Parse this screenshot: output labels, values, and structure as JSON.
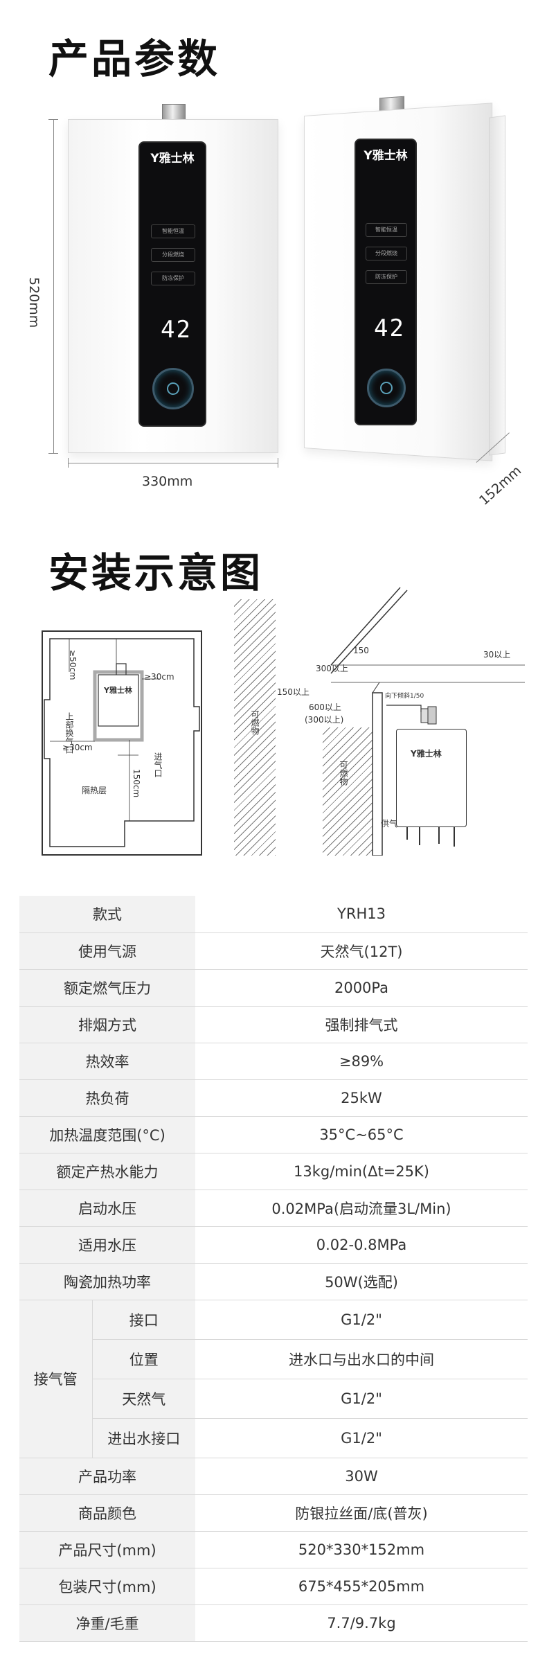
{
  "sections": {
    "params_title": "产品参数",
    "install_title": "安装示意图"
  },
  "product": {
    "brand_logo": "Y雅士林",
    "display_temp": "42",
    "panel_buttons": [
      "智能恒温",
      "分段燃烧",
      "防冻保护"
    ],
    "dims": {
      "height": "520mm",
      "width": "330mm",
      "depth": "152mm"
    }
  },
  "diagram": {
    "left": {
      "top_gap": "≥50cm",
      "right_gap": "≥30cm",
      "bottom_gap": "≥30cm",
      "down_gap": "150cm",
      "top_air_inlet": "上部换气口",
      "air_inlet": "进气口",
      "insulation": "隔热层",
      "logo": "Y雅士林"
    },
    "right": {
      "wall_left": "可燃物",
      "wall_right": "可燃物",
      "d150": "150",
      "d30_right": "30以上",
      "d300": "300以上",
      "d150_left": "150以上",
      "d600": "600以上",
      "d300_paren": "(300以上)",
      "slope_note": "向下倾斜1/50",
      "gas_inlet": "供气口",
      "logo": "Y雅士林"
    }
  },
  "spec": {
    "rows": [
      {
        "k": "款式",
        "v": "YRH13"
      },
      {
        "k": "使用气源",
        "v": "天然气(12T)"
      },
      {
        "k": "额定燃气压力",
        "v": "2000Pa"
      },
      {
        "k": "排烟方式",
        "v": "强制排气式"
      },
      {
        "k": "热效率",
        "v": "≥89%"
      },
      {
        "k": "热负荷",
        "v": "25kW"
      },
      {
        "k": "加热温度范围(°C)",
        "v": "35°C~65°C"
      },
      {
        "k": "额定产热水能力",
        "v": "13kg/min(Δt=25K)"
      },
      {
        "k": "启动水压",
        "v": "0.02MPa(启动流量3L/Min)"
      },
      {
        "k": "适用水压",
        "v": "0.02-0.8MPa"
      },
      {
        "k": "陶瓷加热功率",
        "v": "50W(选配)"
      }
    ],
    "group": {
      "label": "接气管",
      "items": [
        {
          "k": "接口",
          "v": "G1/2\""
        },
        {
          "k": "位置",
          "v": "进水口与出水口的中间"
        },
        {
          "k": "天然气",
          "v": "G1/2\""
        },
        {
          "k": "进出水接口",
          "v": "G1/2\""
        }
      ]
    },
    "rows2": [
      {
        "k": "产品功率",
        "v": "30W"
      },
      {
        "k": "商品颜色",
        "v": "防银拉丝面/底(普灰)"
      },
      {
        "k": "产品尺寸(mm)",
        "v": "520*330*152mm"
      },
      {
        "k": "包装尺寸(mm)",
        "v": "675*455*205mm"
      },
      {
        "k": "净重/毛重",
        "v": "7.7/9.7kg"
      }
    ]
  }
}
